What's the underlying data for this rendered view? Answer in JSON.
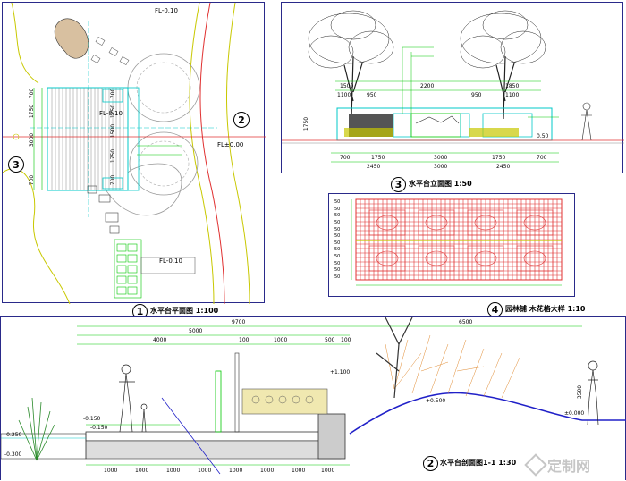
{
  "plan": {
    "title": "水平台平面图 1:100",
    "number": "1",
    "level_top": "FL-0.10",
    "level_mid": "FL-0.10",
    "level_right": "FL±0.00",
    "level_lower": "FL-0.10",
    "marker_right": "2",
    "marker_left": "3",
    "dims_left": [
      "700",
      "1750",
      "3000",
      "700"
    ],
    "dims_right": [
      "700",
      "1750",
      "1500",
      "1750",
      "700"
    ]
  },
  "elevation": {
    "title": "水平台立面图 1:50",
    "number": "3",
    "dims_top": [
      "1100",
      "950",
      "2200",
      "950",
      "1100",
      "1500",
      "1850"
    ],
    "dims_bottom": [
      "700",
      "1750",
      "3000",
      "1750",
      "700"
    ],
    "dims_total": [
      "2450",
      "3000",
      "2450"
    ],
    "side": "1750",
    "level": "0.50"
  },
  "pattern": {
    "title": "园林铺 木花格大样 1:10",
    "number": "4",
    "left_dims": [
      "50",
      "50",
      "50",
      "50",
      "50",
      "50",
      "50",
      "50",
      "50",
      "50",
      "50",
      "50"
    ]
  },
  "section": {
    "title": "水平台剖面图1-1 1:30",
    "number": "2",
    "dim_total": "9700",
    "dims_mid": [
      "4000",
      "5000",
      "100",
      "1000",
      "500",
      "100"
    ],
    "dims_bottom": [
      "1000",
      "1000",
      "1000",
      "1000",
      "1000",
      "1000",
      "1000",
      "1000"
    ],
    "dim_right": "6500",
    "level_a": "-0.250",
    "level_b": "-0.150",
    "level_c": "-0.150",
    "level_d": "-0.300",
    "level_e": "+1.100",
    "level_f": "+0.500",
    "level_g": "±0.000",
    "height_label": "3500"
  },
  "watermark": "定制网"
}
